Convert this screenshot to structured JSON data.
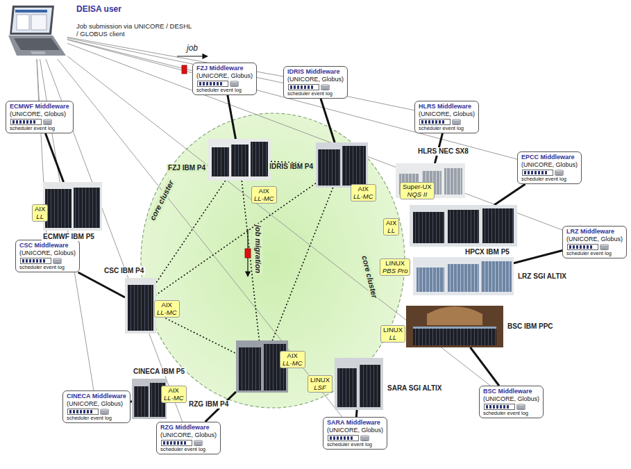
{
  "diagram": {
    "nodes": [
      {
        "text": [
          "DEISA user",
          "Job submission via UNICORE / DESHL / GLOBUS client"
        ]
      },
      {
        "text": [
          "FZJ Middleware",
          "(UNICORE, Globus)",
          "scheduler event log"
        ]
      },
      {
        "text": [
          "FZJ IBM P4"
        ]
      },
      {
        "text": [
          "AIX",
          "LL-MC"
        ],
        "in": 2
      },
      {
        "text": [
          "IDRIS Middleware",
          "(UNICORE, Globus)",
          "scheduler event log"
        ]
      },
      {
        "text": [
          "IDRIS IBM P4"
        ]
      },
      {
        "text": [
          "AIX",
          "LL-MC"
        ],
        "in": 5
      },
      {
        "text": [
          "HLRS Middleware",
          "(UNICORE, Globus)",
          "scheduler event log"
        ]
      },
      {
        "text": [
          "HLRS NEC SX8"
        ]
      },
      {
        "text": [
          "Super-UX",
          "NQS II"
        ],
        "in": 8
      },
      {
        "text": [
          "EPCC Middleware",
          "(UNICORE, Globus)",
          "scheduler event log"
        ]
      },
      {
        "text": [
          "HPCX IBM P5"
        ]
      },
      {
        "text": [
          "AIX",
          "LL"
        ],
        "in": 11
      },
      {
        "text": [
          "LRZ Middleware",
          "(UNICORE, Globus)",
          "scheduler event log"
        ]
      },
      {
        "text": [
          "LRZ SGI ALTIX"
        ]
      },
      {
        "text": [
          "LINUX",
          "PBS Pro"
        ],
        "in": 14
      },
      {
        "text": [
          "BSC Middleware",
          "(UNICORE, Globus)",
          "scheduler event log"
        ]
      },
      {
        "text": [
          "BSC IBM PPC"
        ]
      },
      {
        "text": [
          "LINUX",
          "LL"
        ],
        "in": 17
      },
      {
        "text": [
          "SARA Middleware",
          "(UNICORE, Globus)",
          "scheduler event log"
        ]
      },
      {
        "text": [
          "SARA SGI ALTIX"
        ]
      },
      {
        "text": [
          "LINUX",
          "LSF"
        ],
        "in": 20
      },
      {
        "text": [
          "RZG Middleware",
          "(UNICORE, Globus)",
          "scheduler event log"
        ]
      },
      {
        "text": [
          "RZG IBM P4"
        ]
      },
      {
        "text": [
          "AIX",
          "LL-MC"
        ],
        "in": 23
      },
      {
        "text": [
          "CINECA Middleware",
          "(UNICORE, Globus)",
          "scheduler event log"
        ]
      },
      {
        "text": [
          "CINECA IBM P5"
        ]
      },
      {
        "text": [
          "AIX",
          "LL-MC"
        ],
        "in": 26
      },
      {
        "text": [
          "CSC Middleware",
          "(UNICORE, Globus)",
          "scheduler event log"
        ]
      },
      {
        "text": [
          "CSC IBM P4"
        ]
      },
      {
        "text": [
          "AIX",
          "LL-MC"
        ],
        "in": 29
      },
      {
        "text": [
          "ECMWF Middleware",
          "(UNICORE, Globus)",
          "scheduler event log"
        ]
      },
      {
        "text": [
          "ECMWF IBM P5"
        ]
      },
      {
        "text": [
          "AIX",
          "LL"
        ],
        "in": 32
      }
    ],
    "edges": [
      {
        "from": 0,
        "to": 1,
        "arrow": "none"
      },
      {
        "from": 0,
        "to": 4,
        "arrow": "none"
      },
      {
        "from": 0,
        "to": 7,
        "arrow": "none"
      },
      {
        "from": 0,
        "to": 10,
        "arrow": "none"
      },
      {
        "from": 0,
        "to": 13,
        "arrow": "none"
      },
      {
        "from": 0,
        "to": 16,
        "arrow": "none"
      },
      {
        "from": 0,
        "to": 19,
        "arrow": "none"
      },
      {
        "from": 0,
        "to": 22,
        "arrow": "none"
      },
      {
        "from": 0,
        "to": 25,
        "arrow": "none"
      },
      {
        "from": 0,
        "to": 28,
        "arrow": "none"
      },
      {
        "from": 0,
        "to": 31,
        "arrow": "none"
      },
      {
        "from": 1,
        "to": 2,
        "arrow": "none"
      },
      {
        "from": 4,
        "to": 5,
        "arrow": "none"
      },
      {
        "from": 7,
        "to": 8,
        "arrow": "none"
      },
      {
        "from": 10,
        "to": 11,
        "arrow": "none"
      },
      {
        "from": 13,
        "to": 14,
        "arrow": "none"
      },
      {
        "from": 16,
        "to": 17,
        "arrow": "none"
      },
      {
        "from": 19,
        "to": 20,
        "arrow": "none"
      },
      {
        "from": 22,
        "to": 23,
        "arrow": "none"
      },
      {
        "from": 25,
        "to": 26,
        "arrow": "none"
      },
      {
        "from": 28,
        "to": 29,
        "arrow": "none"
      },
      {
        "from": 31,
        "to": 32,
        "arrow": "none"
      },
      {
        "from": 2,
        "to": 5,
        "arrow": "none"
      },
      {
        "from": 2,
        "to": 29,
        "arrow": "none"
      },
      {
        "from": 2,
        "to": 23,
        "arrow": "none"
      },
      {
        "from": 5,
        "to": 29,
        "arrow": "none"
      },
      {
        "from": 5,
        "to": 23,
        "arrow": "none"
      },
      {
        "from": 29,
        "to": 23,
        "arrow": "none"
      }
    ],
    "labels": [
      "job",
      "job migration",
      "core cluster",
      "core cluster"
    ]
  }
}
